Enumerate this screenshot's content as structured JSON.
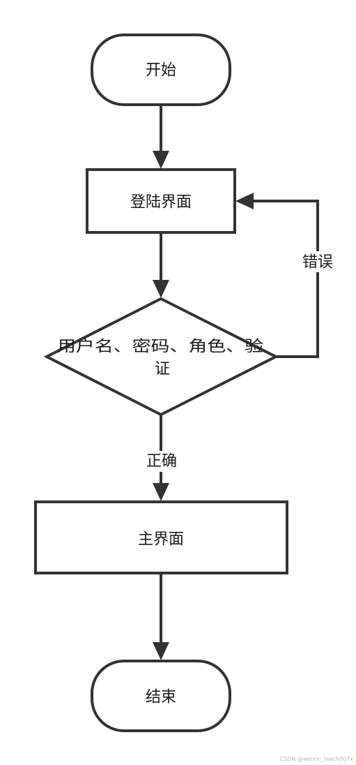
{
  "nodes": {
    "start": "开始",
    "login": "登陆界面",
    "verify_line1": "用户名、密码、角色、验",
    "verify_line2": "证",
    "main": "主界面",
    "end": "结束"
  },
  "edges": {
    "wrong": "错误",
    "correct": "正确"
  },
  "watermark": "CSDN @weixin_teach007x"
}
